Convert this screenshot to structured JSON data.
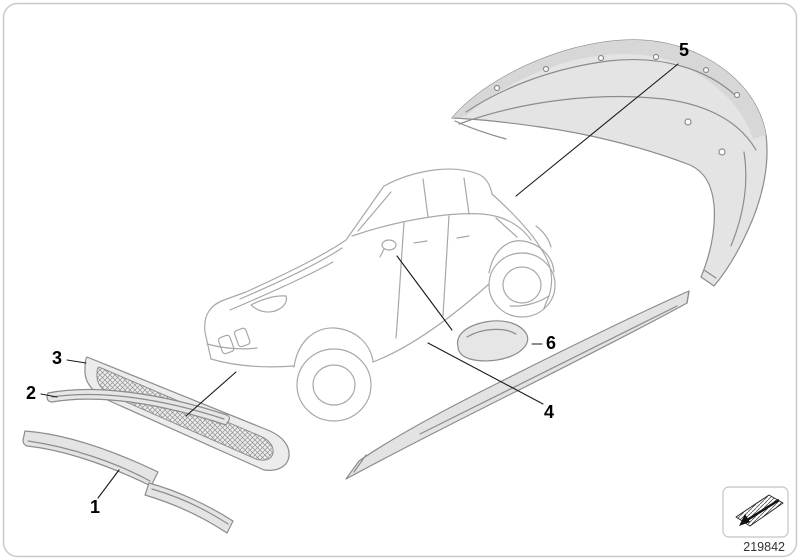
{
  "diagram": {
    "callouts": [
      {
        "num": "1"
      },
      {
        "num": "2"
      },
      {
        "num": "3"
      },
      {
        "num": "4"
      },
      {
        "num": "5"
      },
      {
        "num": "6"
      }
    ],
    "doc_number": "219842"
  }
}
